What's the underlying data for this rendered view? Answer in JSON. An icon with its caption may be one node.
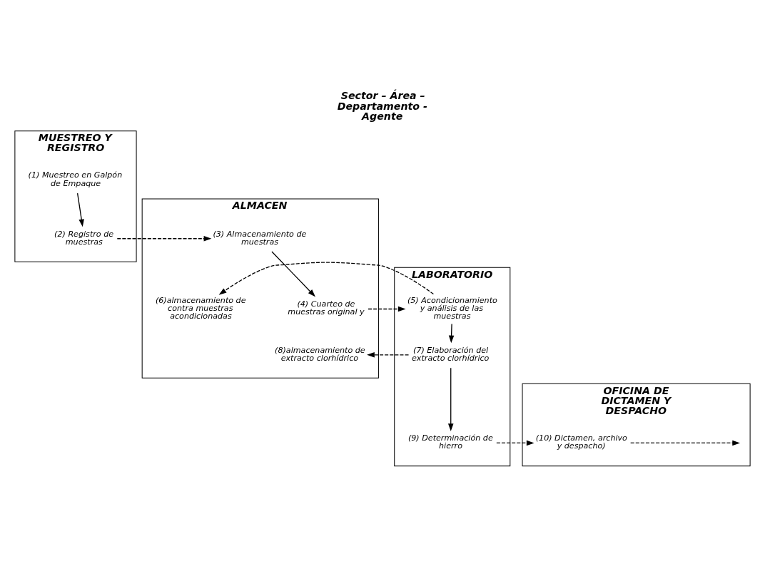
{
  "diagram": {
    "title": "Sector – Área – Departamento - Agente",
    "nodes": [
      {
        "text": [
          "MUESTREO Y REGISTRO"
        ]
      },
      {
        "text": [
          "(1) Muestreo en Galpón de Empaque"
        ],
        "in": 0
      },
      {
        "text": [
          "(2) Registro de muestras"
        ],
        "in": 0
      },
      {
        "text": [
          "ALMACEN"
        ]
      },
      {
        "text": [
          "(3) Almacenamiento de muestras"
        ],
        "in": 3
      },
      {
        "text": [
          "(4) Cuarteo de muestras original y"
        ],
        "in": 3
      },
      {
        "text": [
          "(6)almacenamiento de contra muestras acondicionadas"
        ],
        "in": 3
      },
      {
        "text": [
          "(8)almacenamiento de extracto clorhídrico"
        ],
        "in": 3
      },
      {
        "text": [
          "LABORATORIO"
        ]
      },
      {
        "text": [
          "(5) Acondicionamiento y análisis de las muestras"
        ],
        "in": 8
      },
      {
        "text": [
          "(7) Elaboración del extracto clorhídrico"
        ],
        "in": 8
      },
      {
        "text": [
          "(9) Determinación de hierro"
        ],
        "in": 8
      },
      {
        "text": [
          "OFICINA DE DICTAMEN Y DESPACHO"
        ]
      },
      {
        "text": [
          "(10) Dictamen, archivo y despacho)"
        ],
        "in": 12
      }
    ],
    "edges": [
      {
        "from": 1,
        "to": 2,
        "arrow": "to"
      },
      {
        "from": 2,
        "to": 4,
        "arrow": "to",
        "style": "dashed"
      },
      {
        "from": 4,
        "to": 5,
        "arrow": "to"
      },
      {
        "from": 5,
        "to": 9,
        "arrow": "to",
        "style": "dashed"
      },
      {
        "from": 9,
        "to": 6,
        "arrow": "to",
        "style": "dashed"
      },
      {
        "from": 9,
        "to": 10,
        "arrow": "to"
      },
      {
        "from": 10,
        "to": 7,
        "arrow": "to",
        "style": "dashed"
      },
      {
        "from": 10,
        "to": 11,
        "arrow": "to"
      },
      {
        "from": 11,
        "to": 13,
        "arrow": "to",
        "style": "dashed"
      },
      {
        "from": 13,
        "to": null,
        "arrow": "to",
        "style": "dashed"
      }
    ]
  }
}
